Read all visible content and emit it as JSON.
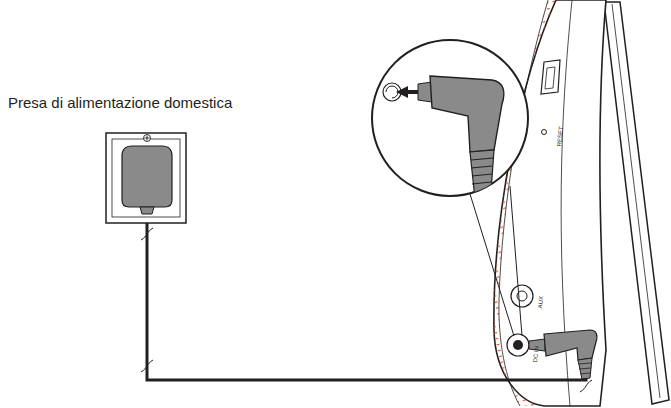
{
  "diagram": {
    "labels": [
      "Presa di alimentazione domestica",
      "RESET",
      "AUX",
      "DC IN"
    ]
  }
}
